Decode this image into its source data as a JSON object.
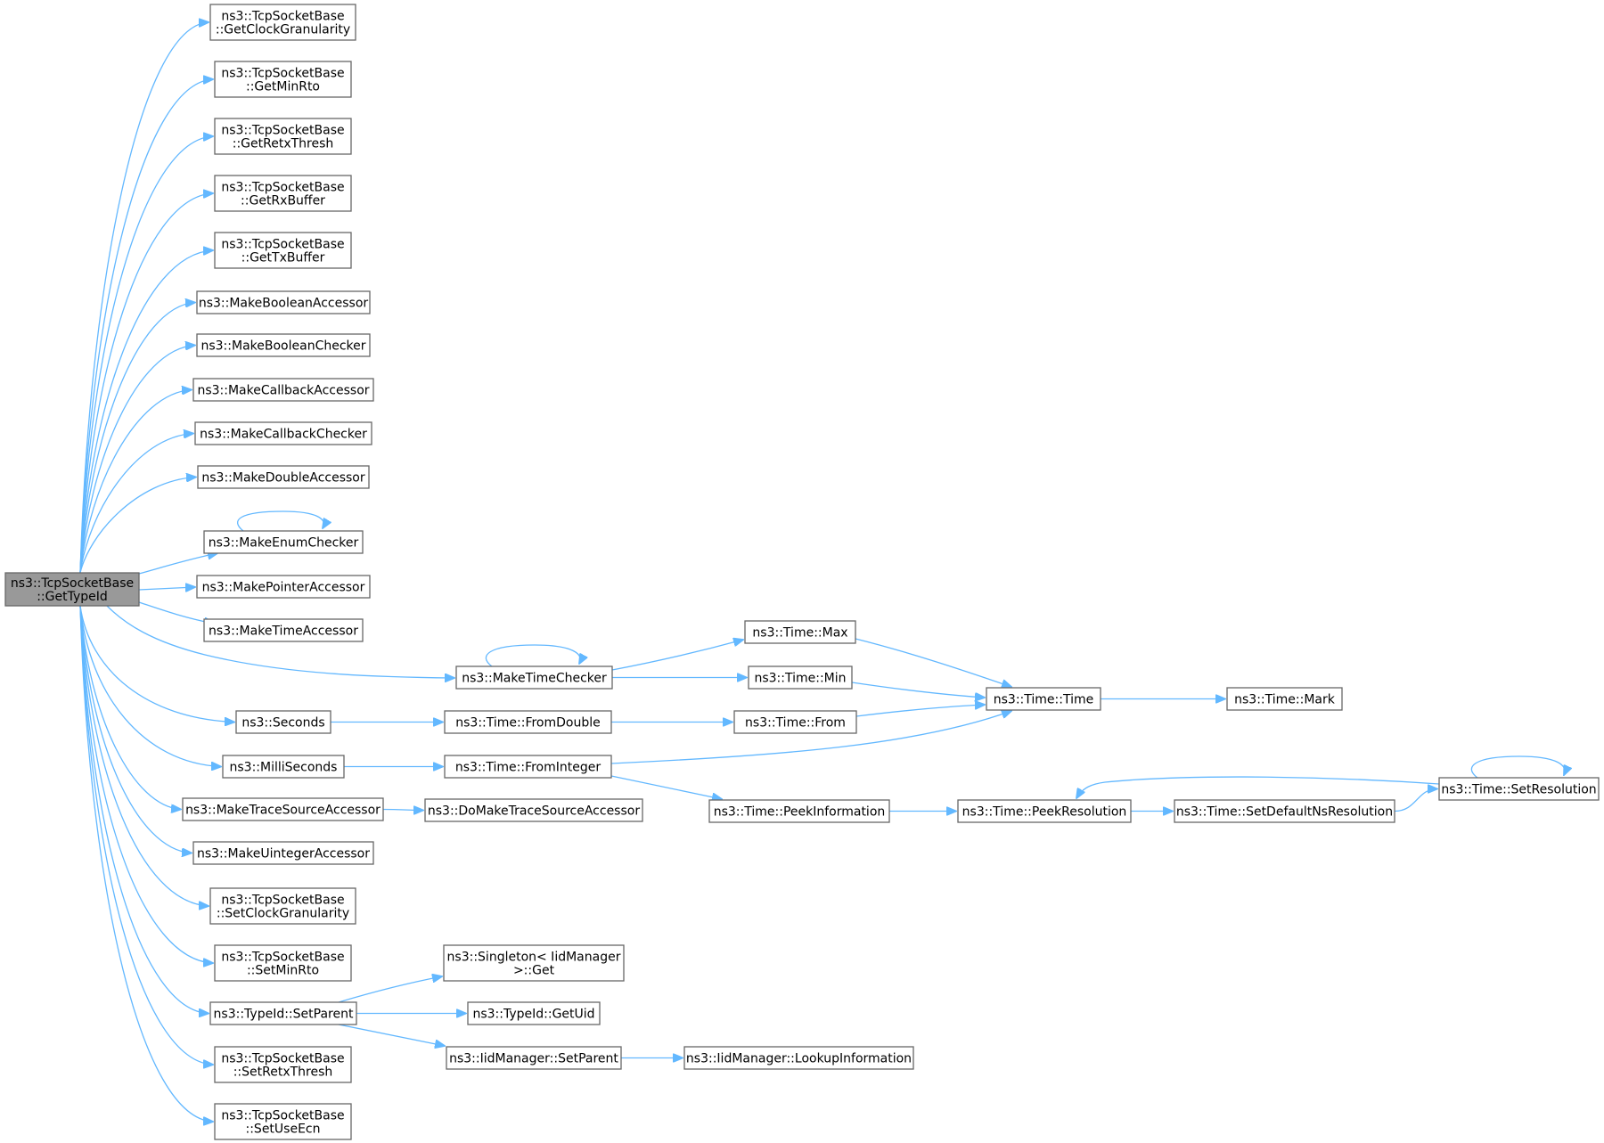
{
  "nodes": [
    {
      "id": "root",
      "lines": [
        "ns3::TcpSocketBase",
        "::GetTypeId"
      ],
      "root": true
    },
    {
      "id": "getClockGranularity",
      "lines": [
        "ns3::TcpSocketBase",
        "::GetClockGranularity"
      ]
    },
    {
      "id": "getMinRto",
      "lines": [
        "ns3::TcpSocketBase",
        "::GetMinRto"
      ]
    },
    {
      "id": "getRetxThresh",
      "lines": [
        "ns3::TcpSocketBase",
        "::GetRetxThresh"
      ]
    },
    {
      "id": "getRxBuffer",
      "lines": [
        "ns3::TcpSocketBase",
        "::GetRxBuffer"
      ]
    },
    {
      "id": "getTxBuffer",
      "lines": [
        "ns3::TcpSocketBase",
        "::GetTxBuffer"
      ]
    },
    {
      "id": "makeBooleanAccessor",
      "lines": [
        "ns3::MakeBooleanAccessor"
      ]
    },
    {
      "id": "makeBooleanChecker",
      "lines": [
        "ns3::MakeBooleanChecker"
      ]
    },
    {
      "id": "makeCallbackAccessor",
      "lines": [
        "ns3::MakeCallbackAccessor"
      ]
    },
    {
      "id": "makeCallbackChecker",
      "lines": [
        "ns3::MakeCallbackChecker"
      ]
    },
    {
      "id": "makeDoubleAccessor",
      "lines": [
        "ns3::MakeDoubleAccessor"
      ]
    },
    {
      "id": "makeEnumChecker",
      "lines": [
        "ns3::MakeEnumChecker"
      ]
    },
    {
      "id": "makePointerAccessor",
      "lines": [
        "ns3::MakePointerAccessor"
      ]
    },
    {
      "id": "makeTimeAccessor",
      "lines": [
        "ns3::MakeTimeAccessor"
      ]
    },
    {
      "id": "makeTimeChecker",
      "lines": [
        "ns3::MakeTimeChecker"
      ]
    },
    {
      "id": "seconds",
      "lines": [
        "ns3::Seconds"
      ]
    },
    {
      "id": "milliSeconds",
      "lines": [
        "ns3::MilliSeconds"
      ]
    },
    {
      "id": "makeTraceSourceAccessor",
      "lines": [
        "ns3::MakeTraceSourceAccessor"
      ]
    },
    {
      "id": "makeUintegerAccessor",
      "lines": [
        "ns3::MakeUintegerAccessor"
      ]
    },
    {
      "id": "setClockGranularity",
      "lines": [
        "ns3::TcpSocketBase",
        "::SetClockGranularity"
      ]
    },
    {
      "id": "setMinRto",
      "lines": [
        "ns3::TcpSocketBase",
        "::SetMinRto"
      ]
    },
    {
      "id": "typeIdSetParent",
      "lines": [
        "ns3::TypeId::SetParent"
      ]
    },
    {
      "id": "setRetxThresh",
      "lines": [
        "ns3::TcpSocketBase",
        "::SetRetxThresh"
      ]
    },
    {
      "id": "setUseEcn",
      "lines": [
        "ns3::TcpSocketBase",
        "::SetUseEcn"
      ]
    },
    {
      "id": "timeMax",
      "lines": [
        "ns3::Time::Max"
      ]
    },
    {
      "id": "timeMin",
      "lines": [
        "ns3::Time::Min"
      ]
    },
    {
      "id": "timeFromDouble",
      "lines": [
        "ns3::Time::FromDouble"
      ]
    },
    {
      "id": "timeFrom",
      "lines": [
        "ns3::Time::From"
      ]
    },
    {
      "id": "timeFromInteger",
      "lines": [
        "ns3::Time::FromInteger"
      ]
    },
    {
      "id": "timeTime",
      "lines": [
        "ns3::Time::Time"
      ]
    },
    {
      "id": "timeMark",
      "lines": [
        "ns3::Time::Mark"
      ]
    },
    {
      "id": "doMakeTraceSourceAccessor",
      "lines": [
        "ns3::DoMakeTraceSourceAccessor"
      ]
    },
    {
      "id": "timePeekInformation",
      "lines": [
        "ns3::Time::PeekInformation"
      ]
    },
    {
      "id": "timePeekResolution",
      "lines": [
        "ns3::Time::PeekResolution"
      ]
    },
    {
      "id": "timeSetDefaultNsResolution",
      "lines": [
        "ns3::Time::SetDefaultNsResolution"
      ]
    },
    {
      "id": "timeSetResolution",
      "lines": [
        "ns3::Time::SetResolution"
      ]
    },
    {
      "id": "singletonGet",
      "lines": [
        "ns3::Singleton< IidManager",
        ">::Get"
      ]
    },
    {
      "id": "typeIdGetUid",
      "lines": [
        "ns3::TypeId::GetUid"
      ]
    },
    {
      "id": "iidManagerSetParent",
      "lines": [
        "ns3::IidManager::SetParent"
      ]
    },
    {
      "id": "iidManagerLookupInformation",
      "lines": [
        "ns3::IidManager::LookupInformation"
      ]
    }
  ],
  "edges": [
    {
      "from": "root",
      "to": "getClockGranularity"
    },
    {
      "from": "root",
      "to": "getMinRto"
    },
    {
      "from": "root",
      "to": "getRetxThresh"
    },
    {
      "from": "root",
      "to": "getRxBuffer"
    },
    {
      "from": "root",
      "to": "getTxBuffer"
    },
    {
      "from": "root",
      "to": "makeBooleanAccessor"
    },
    {
      "from": "root",
      "to": "makeBooleanChecker"
    },
    {
      "from": "root",
      "to": "makeCallbackAccessor"
    },
    {
      "from": "root",
      "to": "makeCallbackChecker"
    },
    {
      "from": "root",
      "to": "makeDoubleAccessor"
    },
    {
      "from": "root",
      "to": "makeEnumChecker"
    },
    {
      "from": "root",
      "to": "makePointerAccessor"
    },
    {
      "from": "root",
      "to": "makeTimeAccessor"
    },
    {
      "from": "root",
      "to": "makeTimeChecker"
    },
    {
      "from": "root",
      "to": "seconds"
    },
    {
      "from": "root",
      "to": "milliSeconds"
    },
    {
      "from": "root",
      "to": "makeTraceSourceAccessor"
    },
    {
      "from": "root",
      "to": "makeUintegerAccessor"
    },
    {
      "from": "root",
      "to": "setClockGranularity"
    },
    {
      "from": "root",
      "to": "setMinRto"
    },
    {
      "from": "root",
      "to": "typeIdSetParent"
    },
    {
      "from": "root",
      "to": "setRetxThresh"
    },
    {
      "from": "root",
      "to": "setUseEcn"
    },
    {
      "from": "makeEnumChecker",
      "to": "makeEnumChecker"
    },
    {
      "from": "makeTimeChecker",
      "to": "makeTimeChecker"
    },
    {
      "from": "makeTimeChecker",
      "to": "timeMax"
    },
    {
      "from": "makeTimeChecker",
      "to": "timeMin"
    },
    {
      "from": "timeMax",
      "to": "timeTime"
    },
    {
      "from": "timeMin",
      "to": "timeTime"
    },
    {
      "from": "timeFrom",
      "to": "timeTime"
    },
    {
      "from": "timeFromInteger",
      "to": "timeTime"
    },
    {
      "from": "timeTime",
      "to": "timeMark"
    },
    {
      "from": "seconds",
      "to": "timeFromDouble"
    },
    {
      "from": "timeFromDouble",
      "to": "timeFrom"
    },
    {
      "from": "milliSeconds",
      "to": "timeFromInteger"
    },
    {
      "from": "timeFromInteger",
      "to": "timePeekInformation"
    },
    {
      "from": "makeTraceSourceAccessor",
      "to": "doMakeTraceSourceAccessor"
    },
    {
      "from": "timePeekInformation",
      "to": "timePeekResolution"
    },
    {
      "from": "timePeekResolution",
      "to": "timeSetDefaultNsResolution"
    },
    {
      "from": "timeSetDefaultNsResolution",
      "to": "timeSetResolution"
    },
    {
      "from": "timeSetResolution",
      "to": "timePeekResolution"
    },
    {
      "from": "timeSetResolution",
      "to": "timeSetResolution"
    },
    {
      "from": "typeIdSetParent",
      "to": "singletonGet"
    },
    {
      "from": "typeIdSetParent",
      "to": "typeIdGetUid"
    },
    {
      "from": "typeIdSetParent",
      "to": "iidManagerSetParent"
    },
    {
      "from": "iidManagerSetParent",
      "to": "iidManagerLookupInformation"
    }
  ]
}
